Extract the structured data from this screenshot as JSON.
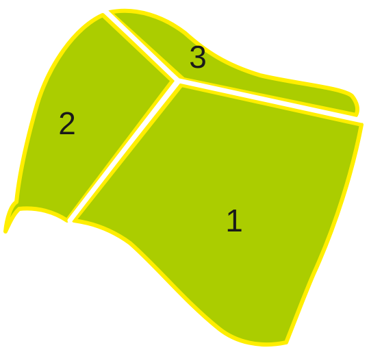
{
  "diagram": {
    "colors": {
      "fill": "#abcd00",
      "outline": "#ffee00",
      "seam": "#ffffff",
      "label": "#1a1a1a"
    },
    "regions": [
      {
        "id": "region-1",
        "label": "1"
      },
      {
        "id": "region-2",
        "label": "2"
      },
      {
        "id": "region-3",
        "label": "3"
      }
    ]
  }
}
